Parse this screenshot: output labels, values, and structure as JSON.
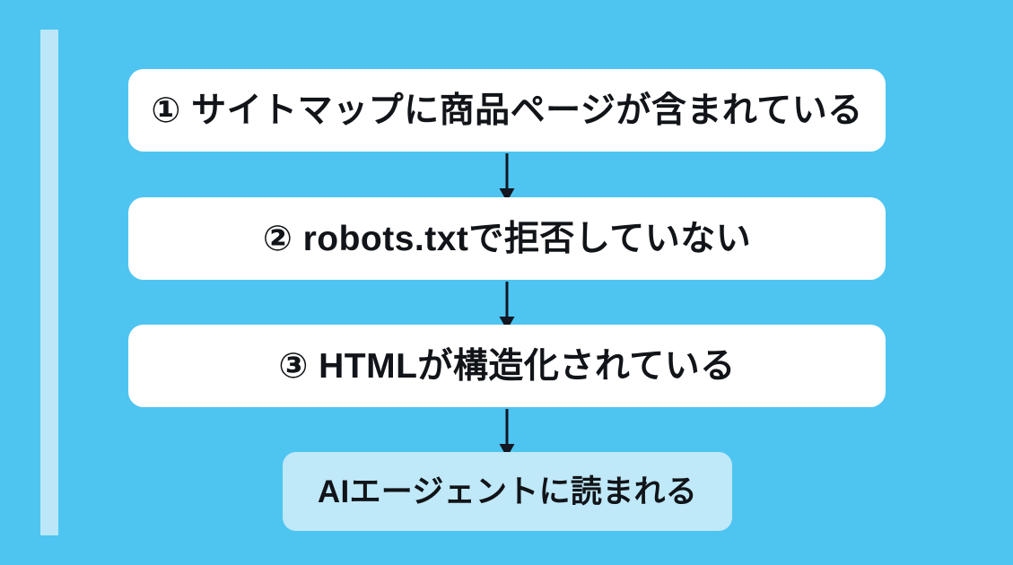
{
  "slide": {
    "background_color": "#4ec5f1",
    "accent_bar_color": "#bbe7f9",
    "box_fill_color": "#ffffff",
    "result_fill_color": "#bfe8f8",
    "arrow_color": "#121722",
    "text_color": "#111418"
  },
  "flow": {
    "steps": [
      {
        "id": "step-1",
        "number": "①",
        "label": "① サイトマップに商品ページが含まれている"
      },
      {
        "id": "step-2",
        "number": "②",
        "label": "② robots.txtで拒否していない"
      },
      {
        "id": "step-3",
        "number": "③",
        "label": "③ HTMLが構造化されている"
      }
    ],
    "result": {
      "id": "result",
      "label": "AIエージェントに読まれる"
    },
    "arrows": [
      {
        "id": "arrow-1",
        "direction": "down"
      },
      {
        "id": "arrow-2",
        "direction": "down"
      },
      {
        "id": "arrow-3",
        "direction": "down"
      }
    ]
  }
}
